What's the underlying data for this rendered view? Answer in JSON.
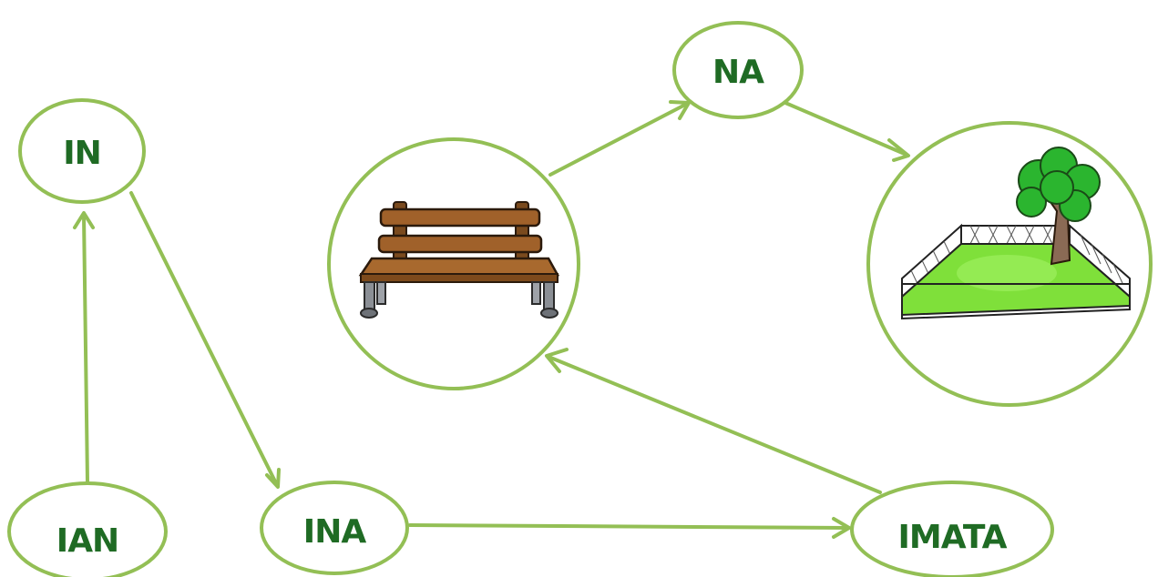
{
  "diagram": {
    "accent_color": "#93bf55",
    "text_color": "#1f6b24",
    "nodes": {
      "in": {
        "label": "IN"
      },
      "ian": {
        "label": "IAN"
      },
      "ina": {
        "label": "INA"
      },
      "imata": {
        "label": "IMATA"
      },
      "na": {
        "label": "NA"
      },
      "bench": {
        "picture": "bench-icon"
      },
      "park": {
        "picture": "park-icon"
      }
    },
    "edges": [
      {
        "from": "ian",
        "to": "in"
      },
      {
        "from": "in",
        "to": "ina"
      },
      {
        "from": "ina",
        "to": "imata"
      },
      {
        "from": "imata",
        "to": "bench"
      },
      {
        "from": "bench",
        "to": "na"
      },
      {
        "from": "na",
        "to": "park"
      }
    ]
  }
}
